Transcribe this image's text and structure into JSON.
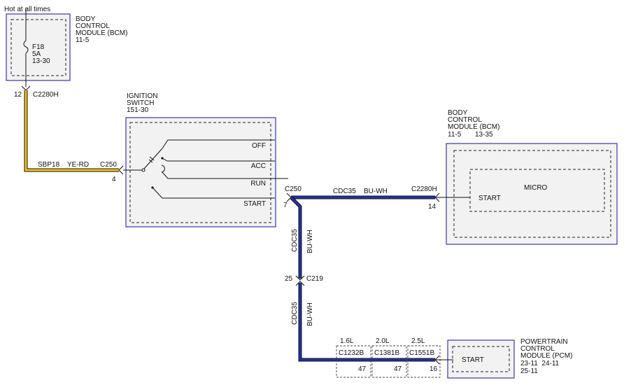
{
  "power_label": "Hot at all times",
  "bcm_top": {
    "name_lines": [
      "BODY",
      "CONTROL",
      "MODULE (BCM)",
      "11-5"
    ],
    "fuse_lines": [
      "F18",
      "5A",
      "13-30"
    ],
    "pin": "12",
    "connector": "C2280H"
  },
  "wire_sbp18": {
    "circuit": "SBP18",
    "color_code": "YE-RD"
  },
  "ignition_switch": {
    "name_lines": [
      "IGNITION",
      "SWITCH",
      "151-30"
    ],
    "input_connector": "C250",
    "input_pin": "4",
    "positions": [
      "OFF",
      "ACC",
      "RUN",
      "START"
    ],
    "output_connector": "C250",
    "output_pin": "7"
  },
  "wire_cdc35_horizontal": {
    "circuit": "CDC35",
    "color_code": "BU-WH"
  },
  "bcm_right": {
    "name_lines": [
      "BODY",
      "CONTROL",
      "MODULE (BCM)"
    ],
    "ref_a": "11-5",
    "ref_b": "13-35",
    "connector": "C2280H",
    "pin": "14",
    "micro_label": "MICRO",
    "start_label": "START"
  },
  "wire_cdc35_vert_upper": {
    "circuit": "CDC35",
    "color_code": "BU-WH"
  },
  "splice_c219": {
    "connector": "C219",
    "pin": "25"
  },
  "wire_cdc35_vert_lower": {
    "circuit": "CDC35",
    "color_code": "BU-WH"
  },
  "pcm_connectors": [
    {
      "engine": "1.6L",
      "connector": "C1232B",
      "pin": "47"
    },
    {
      "engine": "2.0L",
      "connector": "C1381B",
      "pin": "47"
    },
    {
      "engine": "2.5L",
      "connector": "C1551B",
      "pin": "16"
    }
  ],
  "pcm": {
    "name_lines": [
      "POWERTRAIN",
      "CONTROL",
      "MODULE (PCM)"
    ],
    "refs_line1": "23-11  24-11",
    "refs_line2": "25-11",
    "start_label": "START"
  }
}
